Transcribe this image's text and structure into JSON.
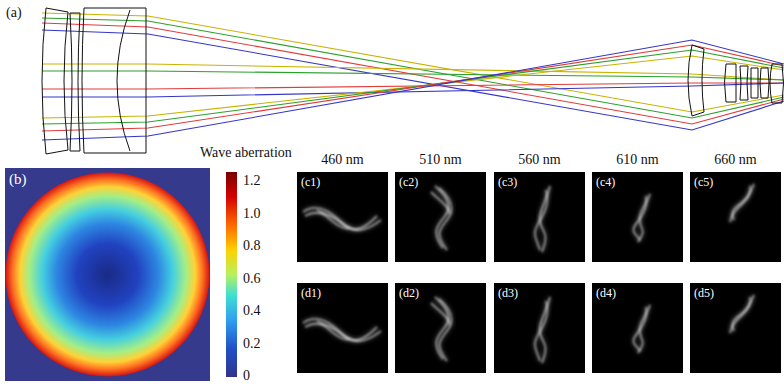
{
  "diagram": {
    "nodes": [
      {
        "text": [
          "(b)"
        ]
      },
      {
        "text": [
          "(c1)"
        ]
      },
      {
        "text": [
          "(c2)"
        ]
      },
      {
        "text": [
          "(c3)"
        ]
      },
      {
        "text": [
          "(c4)"
        ]
      },
      {
        "text": [
          "(c5)"
        ]
      },
      {
        "text": [
          "(d1)"
        ]
      },
      {
        "text": [
          "(d2)"
        ]
      },
      {
        "text": [
          "(d3)"
        ]
      },
      {
        "text": [
          "(d4)"
        ]
      },
      {
        "text": [
          "(d5)"
        ]
      }
    ],
    "labels": [
      "(a)",
      "Wave aberration",
      "1.2",
      "1.0",
      "0.8",
      "0.6",
      "0.4",
      "0.2",
      "0",
      "460 nm",
      "510 nm",
      "560 nm",
      "610 nm",
      "660 nm"
    ]
  }
}
